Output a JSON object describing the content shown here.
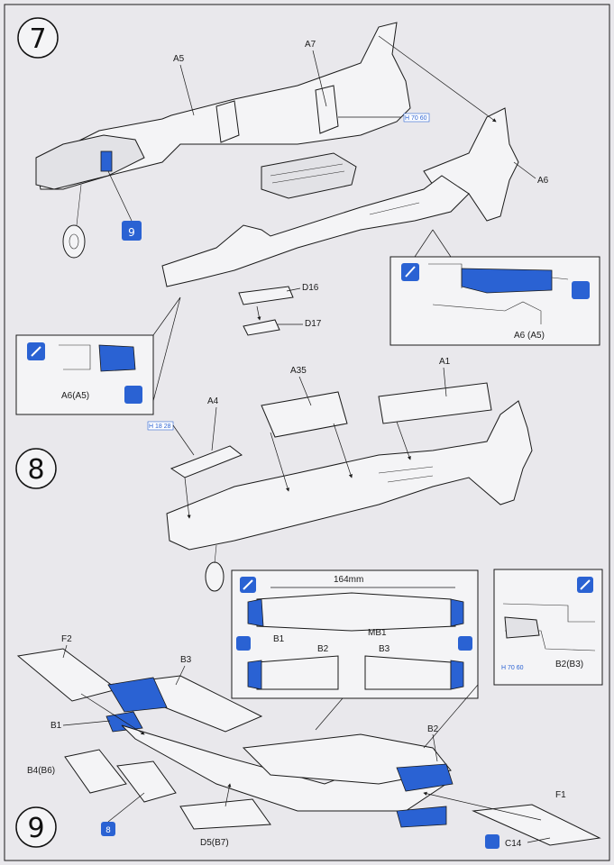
{
  "steps": [
    {
      "number": "7",
      "labels": {
        "a5": "A5",
        "a7": "A7",
        "a6": "A6",
        "d16": "D16",
        "d17": "D17",
        "a6_a5_right": "A6 (A5)",
        "a6_a5_left": "A6(A5)",
        "h_ref": "H 70 60"
      },
      "paint_badge": "9"
    },
    {
      "number": "8",
      "labels": {
        "a4": "A4",
        "a35": "A35",
        "a1": "A1",
        "h_ref": "H 18 28"
      }
    },
    {
      "number": "9",
      "labels": {
        "f2": "F2",
        "b3": "B3",
        "b1": "B1",
        "b2": "B2",
        "b4_b6": "B4(B6)",
        "d5_b7": "D5(B7)",
        "f1": "F1",
        "c14": "C14",
        "dimension": "164mm",
        "mb1": "MB1",
        "inset_b1": "B1",
        "inset_b2": "B2",
        "inset_b3": "B3",
        "inset_b2_b3": "B2(B3)",
        "h_ref": "H 70 60"
      },
      "paint_badge": "8"
    }
  ],
  "colors": {
    "accent": "#2a62d3",
    "line": "#1a1a1a",
    "paper": "#e9e8ec"
  },
  "icons": [
    "paint-brush-icon",
    "decal-icon",
    "paint-pot-icon",
    "cement-icon"
  ]
}
